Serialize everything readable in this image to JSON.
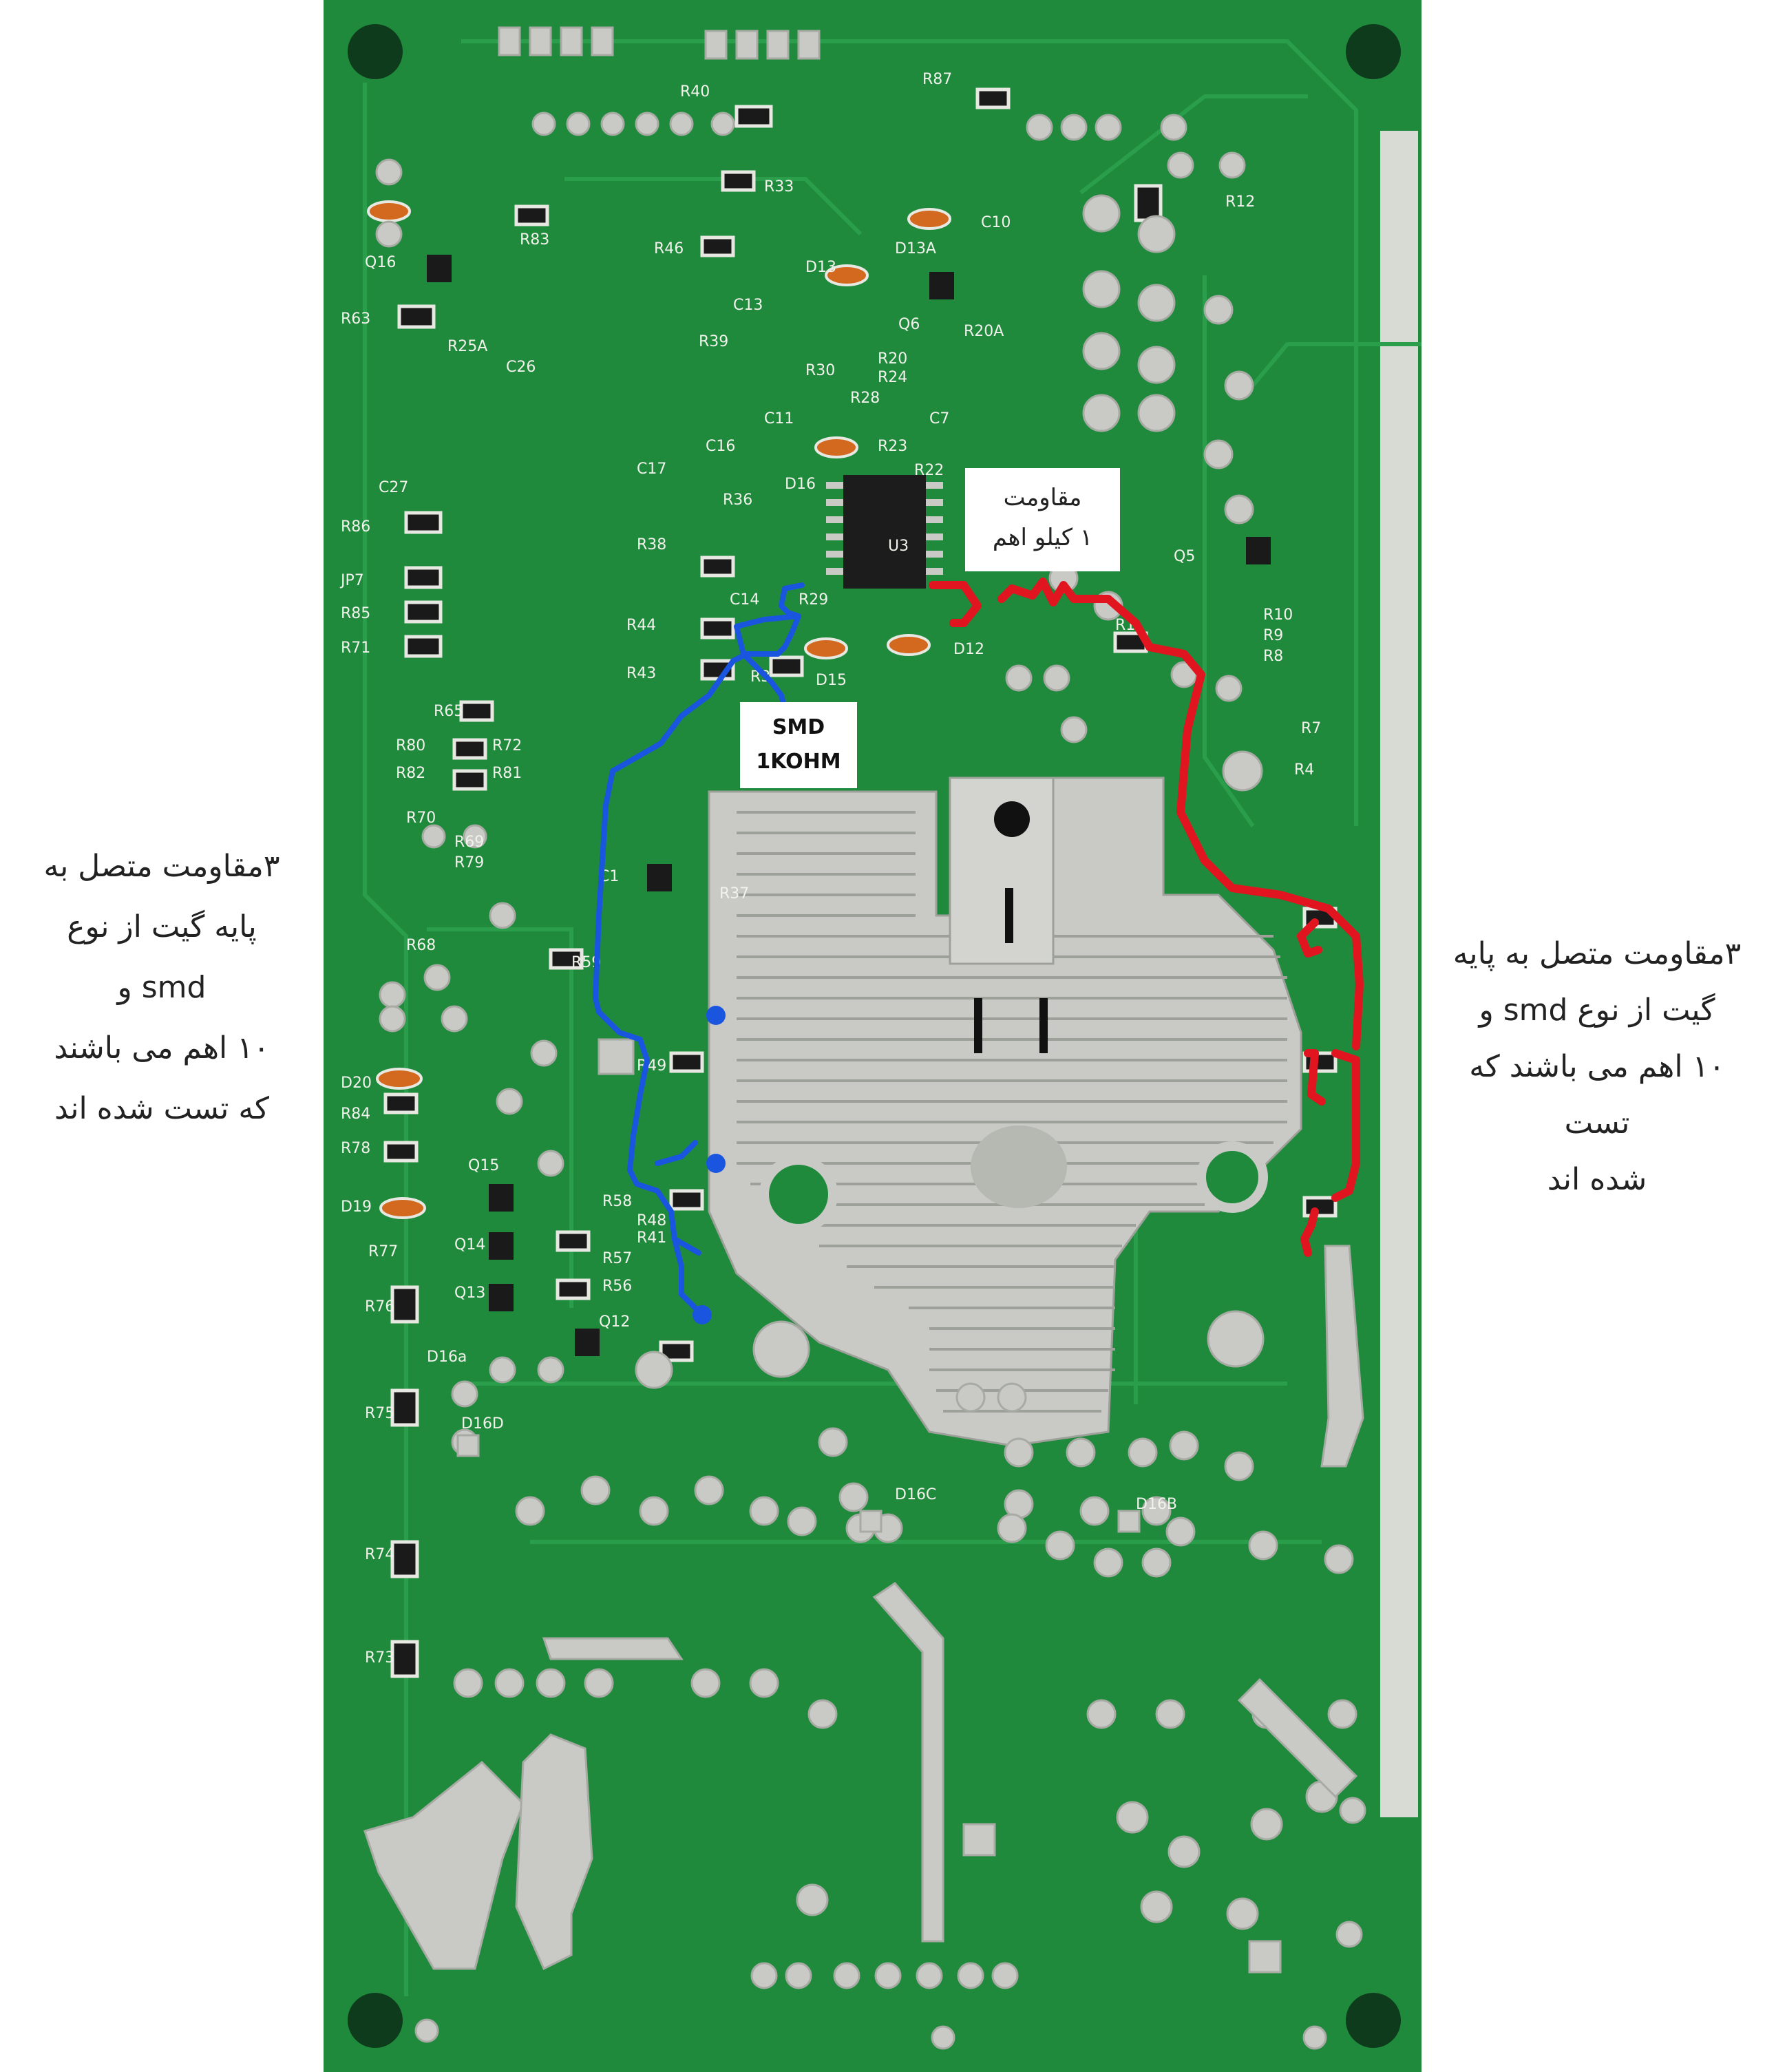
{
  "annotations": {
    "top_label": {
      "line1": "مقاومت",
      "line2": "۱ کیلو اهم"
    },
    "smd_label": {
      "line1": "SMD",
      "line2": "1KOHM"
    },
    "left_note": {
      "lines": [
        "۳مقاومت متصل به",
        "پایه گیت از نوع",
        "smd و",
        "۱۰ اهم می باشند",
        "که تست شده اند"
      ]
    },
    "right_note": {
      "lines": [
        "۳مقاومت متصل به پایه",
        "گیت از نوع smd و",
        "۱۰ اهم می باشند که تست",
        "شده اند"
      ]
    }
  },
  "board_labels": [
    "R40",
    "R87",
    "R33",
    "R83",
    "R46",
    "D13A",
    "D13",
    "C10",
    "Q6",
    "R20A",
    "C13",
    "R12",
    "Q16",
    "R63",
    "R25A",
    "C26",
    "R39",
    "R30",
    "R20",
    "R24",
    "R28",
    "C11",
    "C16",
    "R23",
    "C7",
    "R22",
    "C17",
    "R36",
    "D16",
    "C27",
    "R86",
    "R38",
    "JP7",
    "R85",
    "R71",
    "R44",
    "R43",
    "C14",
    "R29",
    "D12",
    "D15",
    "R3",
    "R1",
    "Q5",
    "R10",
    "R9",
    "R8",
    "R7",
    "R65",
    "R80",
    "R72",
    "R82",
    "R81",
    "R4",
    "R70",
    "R69",
    "R79",
    "R68",
    "R37",
    "C1",
    "R59",
    "D20",
    "R84",
    "R78",
    "Q15",
    "R58",
    "D19",
    "R77",
    "Q14",
    "R57",
    "R56",
    "R76",
    "Q13",
    "Q12",
    "D16a",
    "R75",
    "D16D",
    "D16C",
    "D16B",
    "R74",
    "R73",
    "U3",
    "R48",
    "R41",
    "R49"
  ],
  "colors": {
    "board": "#1f8a3c",
    "silkscreen": "#f2f2ec",
    "solder": "#c9cac6",
    "red_trace": "#e0151f",
    "blue_trace": "#1a55e0"
  }
}
